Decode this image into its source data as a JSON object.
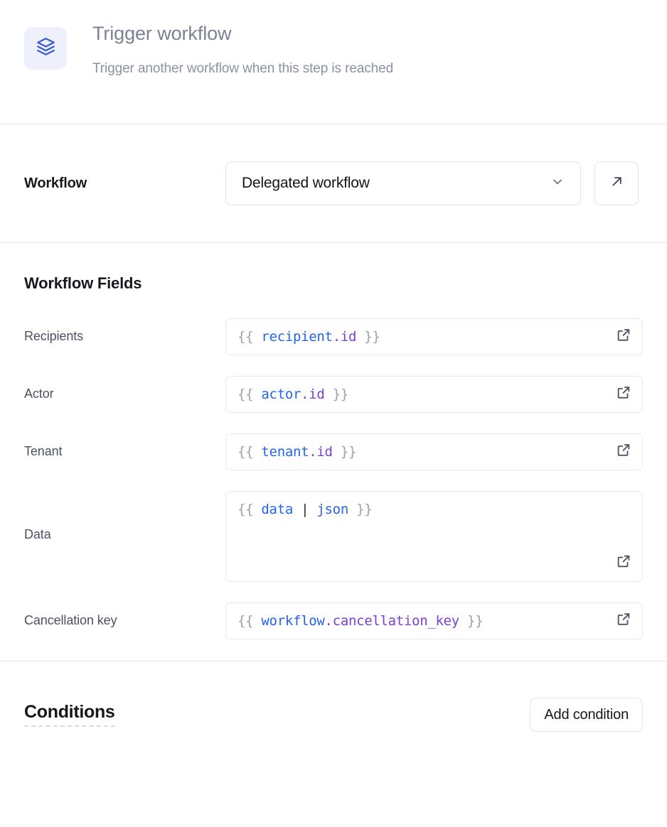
{
  "header": {
    "icon": "layers-stack-icon",
    "title": "Trigger workflow",
    "subtitle": "Trigger another workflow when this step is reached",
    "icon_color": "#3b5bd4",
    "icon_bg": "#eef1fb"
  },
  "workflow": {
    "label": "Workflow",
    "selected": "Delegated workflow",
    "dropdown_icon": "chevron-down-icon",
    "open_icon": "arrow-up-right-icon"
  },
  "fields": {
    "heading": "Workflow Fields",
    "expand_icon": "external-link-icon",
    "rows": [
      {
        "label": "Recipients",
        "value": "{{ recipient.id }}",
        "tokens": [
          {
            "t": "{{ ",
            "c": "brace"
          },
          {
            "t": "recipient",
            "c": "blue"
          },
          {
            "t": ".id",
            "c": "purple"
          },
          {
            "t": " }}",
            "c": "brace"
          }
        ],
        "tall": false
      },
      {
        "label": "Actor",
        "value": "{{ actor.id }}",
        "tokens": [
          {
            "t": "{{ ",
            "c": "brace"
          },
          {
            "t": "actor",
            "c": "blue"
          },
          {
            "t": ".id",
            "c": "purple"
          },
          {
            "t": " }}",
            "c": "brace"
          }
        ],
        "tall": false
      },
      {
        "label": "Tenant",
        "value": "{{ tenant.id }}",
        "tokens": [
          {
            "t": "{{ ",
            "c": "brace"
          },
          {
            "t": "tenant",
            "c": "blue"
          },
          {
            "t": ".id",
            "c": "purple"
          },
          {
            "t": " }}",
            "c": "brace"
          }
        ],
        "tall": false
      },
      {
        "label": "Data",
        "value": "{{ data | json }}",
        "tokens": [
          {
            "t": "{{ ",
            "c": "brace"
          },
          {
            "t": "data",
            "c": "blue"
          },
          {
            "t": " | ",
            "c": "dark"
          },
          {
            "t": "json",
            "c": "blue"
          },
          {
            "t": " }}",
            "c": "brace"
          }
        ],
        "tall": true
      },
      {
        "label": "Cancellation key",
        "value": "{{ workflow.cancellation_key }}",
        "tokens": [
          {
            "t": "{{ ",
            "c": "brace"
          },
          {
            "t": "workflow",
            "c": "blue"
          },
          {
            "t": ".cancellation_key",
            "c": "purple"
          },
          {
            "t": " }}",
            "c": "brace"
          }
        ],
        "tall": false
      }
    ]
  },
  "conditions": {
    "title": "Conditions",
    "add_label": "Add condition"
  }
}
